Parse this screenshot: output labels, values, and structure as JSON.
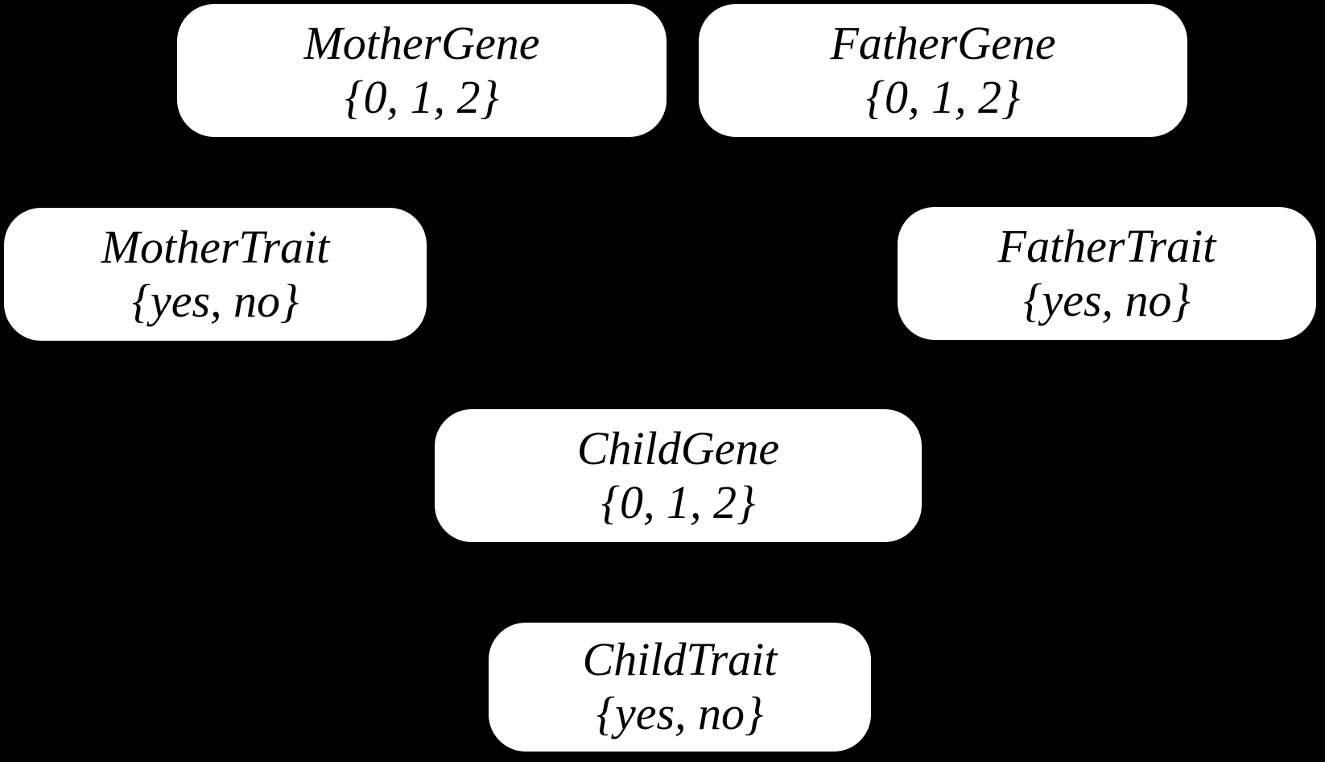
{
  "diagram": {
    "title": "gene-trait bayesian network",
    "background_color": "#000000",
    "node_fill_color": "#ffffff",
    "node_text_color": "#000000",
    "nodes": [
      {
        "id": "mother-gene",
        "label": "MotherGene",
        "values": "{0, 1, 2}"
      },
      {
        "id": "father-gene",
        "label": "FatherGene",
        "values": "{0, 1, 2}"
      },
      {
        "id": "mother-trait",
        "label": "MotherTrait",
        "values": "{yes, no}"
      },
      {
        "id": "father-trait",
        "label": "FatherTrait",
        "values": "{yes, no}"
      },
      {
        "id": "child-gene",
        "label": "ChildGene",
        "values": "{0, 1, 2}"
      },
      {
        "id": "child-trait",
        "label": "ChildTrait",
        "values": "{yes, no}"
      }
    ]
  }
}
